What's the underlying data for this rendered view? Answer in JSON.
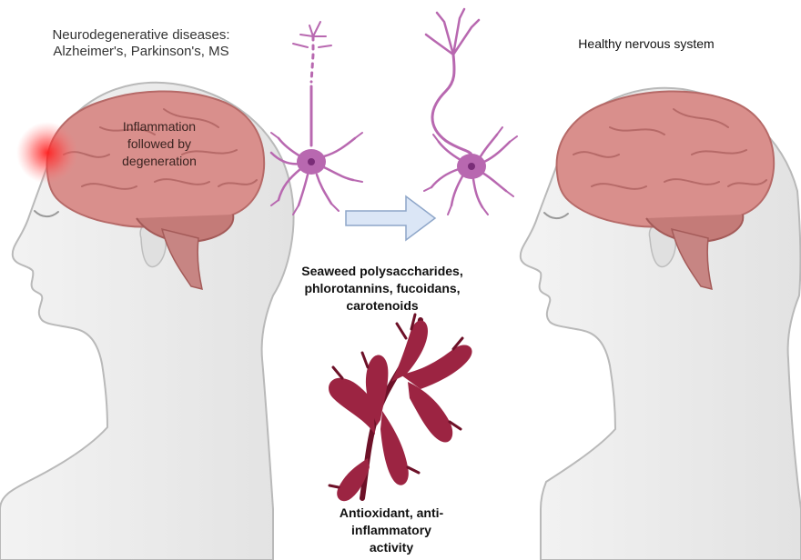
{
  "left_panel": {
    "title_lines": [
      "Neurodegenerative diseases:",
      "Alzheimer's, Parkinson's, MS"
    ],
    "brain_label_lines": [
      "Inflammation",
      "followed by",
      "degeneration"
    ]
  },
  "right_panel": {
    "title": "Healthy nervous system"
  },
  "center": {
    "compounds_lines": [
      "Seaweed polysaccharides,",
      "phlorotannins, fucoidans,",
      "carotenoids"
    ],
    "activity_lines": [
      "Antioxidant, anti-",
      "inflammatory",
      "activity"
    ]
  },
  "colors": {
    "head": "#ececec",
    "head_stroke": "#b9b9b9",
    "brain": "#d98f8c",
    "brain_dark": "#b66a68",
    "neuron": "#b868b0",
    "neuron_nucleus": "#7a2d78",
    "arrow": "#dbe6f6",
    "arrow_stroke": "#8ea6c9",
    "seaweed": "#9c2442",
    "seaweed_dark": "#6d1128",
    "inflammation": "#ff2a2a"
  }
}
